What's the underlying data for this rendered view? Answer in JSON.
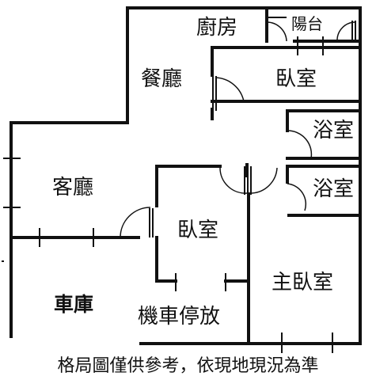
{
  "rooms": {
    "kitchen": "廚房",
    "balcony": "陽台",
    "dining": "餐廳",
    "bedroom_top": "臥室",
    "bath_1": "浴室",
    "bath_2": "浴室",
    "living": "客廳",
    "bedroom_mid": "臥室",
    "garage": "車庫",
    "moto_parking": "機車停放",
    "master_bedroom": "主臥室"
  },
  "footer": {
    "disclaimer": "格局圖僅供參考，依現地現況為準"
  }
}
